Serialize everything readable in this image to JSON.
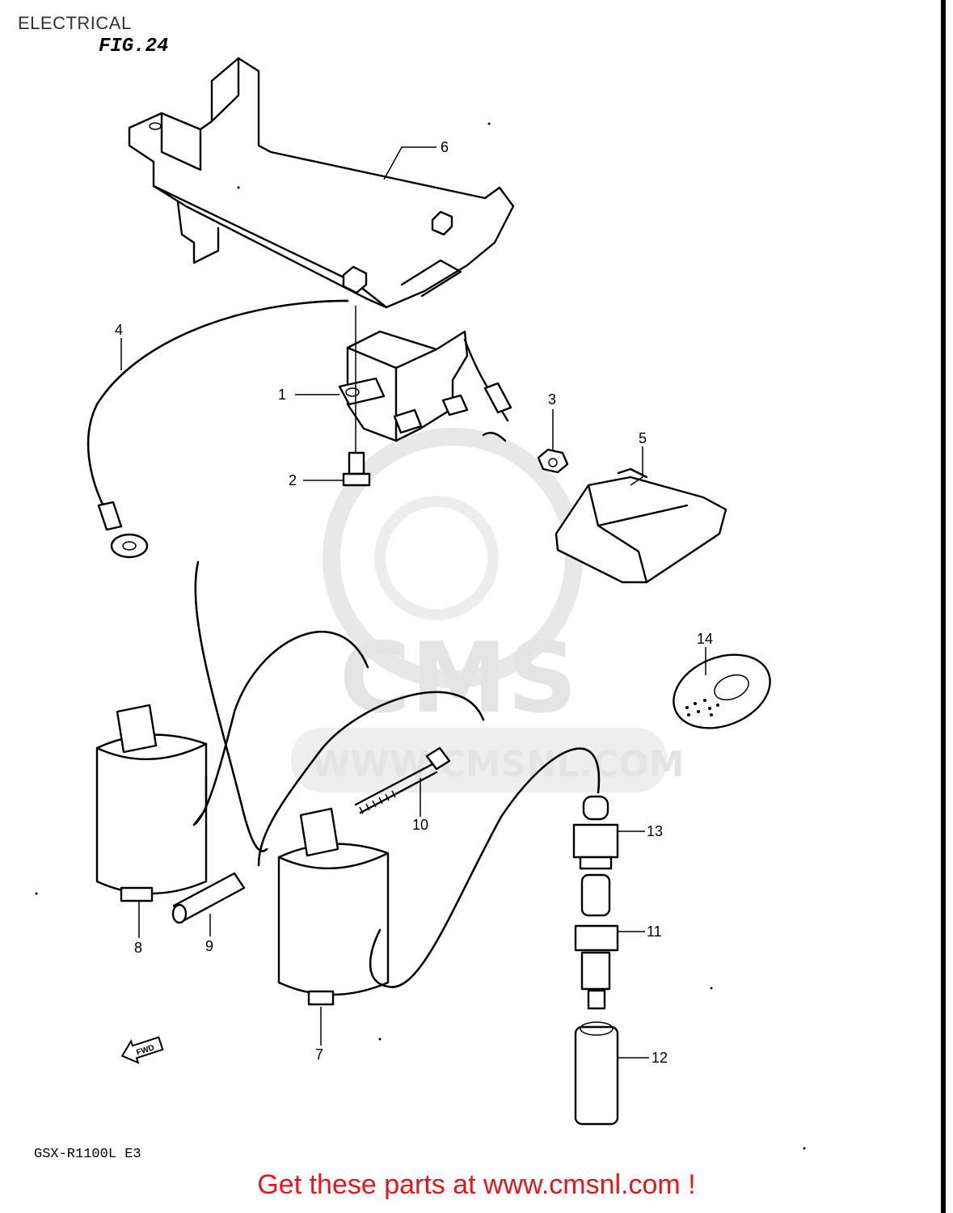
{
  "header": {
    "title": "ELECTRICAL",
    "figure": "FIG.24"
  },
  "callouts": [
    "1",
    "2",
    "3",
    "4",
    "5",
    "6",
    "7",
    "8",
    "9",
    "10",
    "11",
    "12",
    "13",
    "14"
  ],
  "footer": {
    "model_code": "GSX-R1100L E3",
    "cta": "Get these parts at www.cmsnl.com !"
  },
  "watermark": {
    "brand": "CMS",
    "url": "WWW.CMSNL.COM"
  },
  "icons": {
    "fwd_arrow": "FWD"
  }
}
